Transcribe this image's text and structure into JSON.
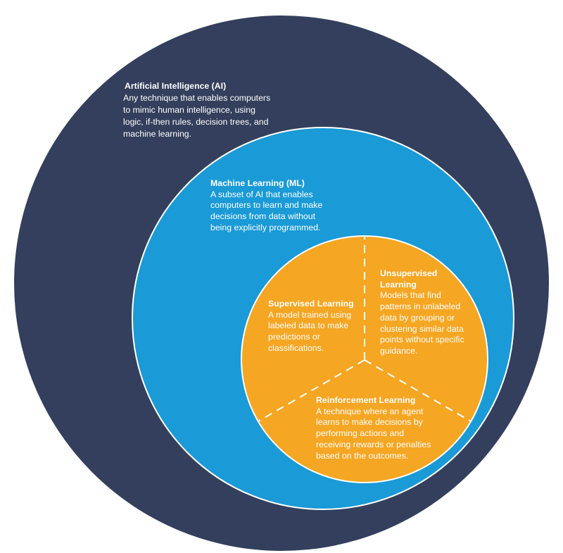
{
  "colors": {
    "ai": "#333f5c",
    "ml": "#1a9ad6",
    "subtypes": "#f5a623",
    "text": "#ffffff"
  },
  "ai": {
    "title": "Artificial Intelligence (AI)",
    "lines": [
      "Any technique that enables computers",
      "to mimic human intelligence, using",
      "logic, if-then rules, decision trees, and",
      "machine learning."
    ]
  },
  "ml": {
    "title": "Machine Learning (ML)",
    "lines": [
      "A subset of AI that enables",
      "computers to learn and make",
      "decisions from data without",
      "being explicitly programmed."
    ]
  },
  "supervised": {
    "title": "Supervised Learning",
    "lines": [
      "A model trained using",
      "labeled data to make",
      "predictions or",
      "classifications."
    ]
  },
  "unsupervised": {
    "title_lines": [
      "Unsupervised",
      "Learning"
    ],
    "lines": [
      "Models that find",
      "patterns in unlabeled",
      "data by grouping or",
      "clustering similar data",
      "points without specific",
      "guidance."
    ]
  },
  "reinforcement": {
    "title": "Reinforcement Learning",
    "lines": [
      "A technique where an agent",
      "learns to make decisions by",
      "performing actions and",
      "receiving rewards or penalties",
      "based on the outcomes."
    ]
  }
}
